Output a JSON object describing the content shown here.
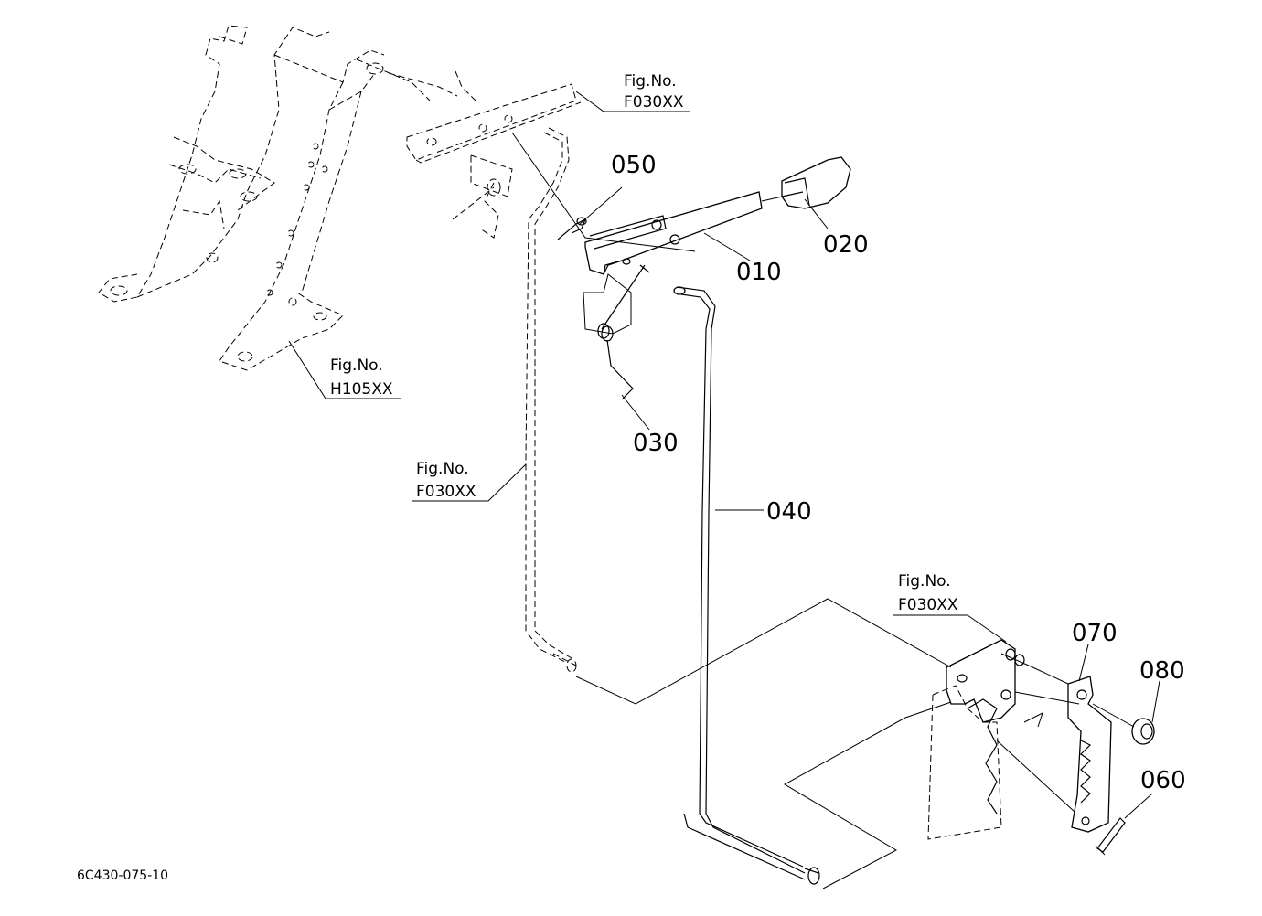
{
  "parts": {
    "p010": "010",
    "p020": "020",
    "p030": "030",
    "p040": "040",
    "p050": "050",
    "p060": "060",
    "p070": "070",
    "p080": "080"
  },
  "figrefs": {
    "top": {
      "label": "Fig.No.",
      "code": "F030XX"
    },
    "frame": {
      "label": "Fig.No.",
      "code": "H105XX"
    },
    "left": {
      "label": "Fig.No.",
      "code": "F030XX"
    },
    "bottom": {
      "label": "Fig.No.",
      "code": "F030XX"
    }
  },
  "drawing_code": "6C430-075-10"
}
